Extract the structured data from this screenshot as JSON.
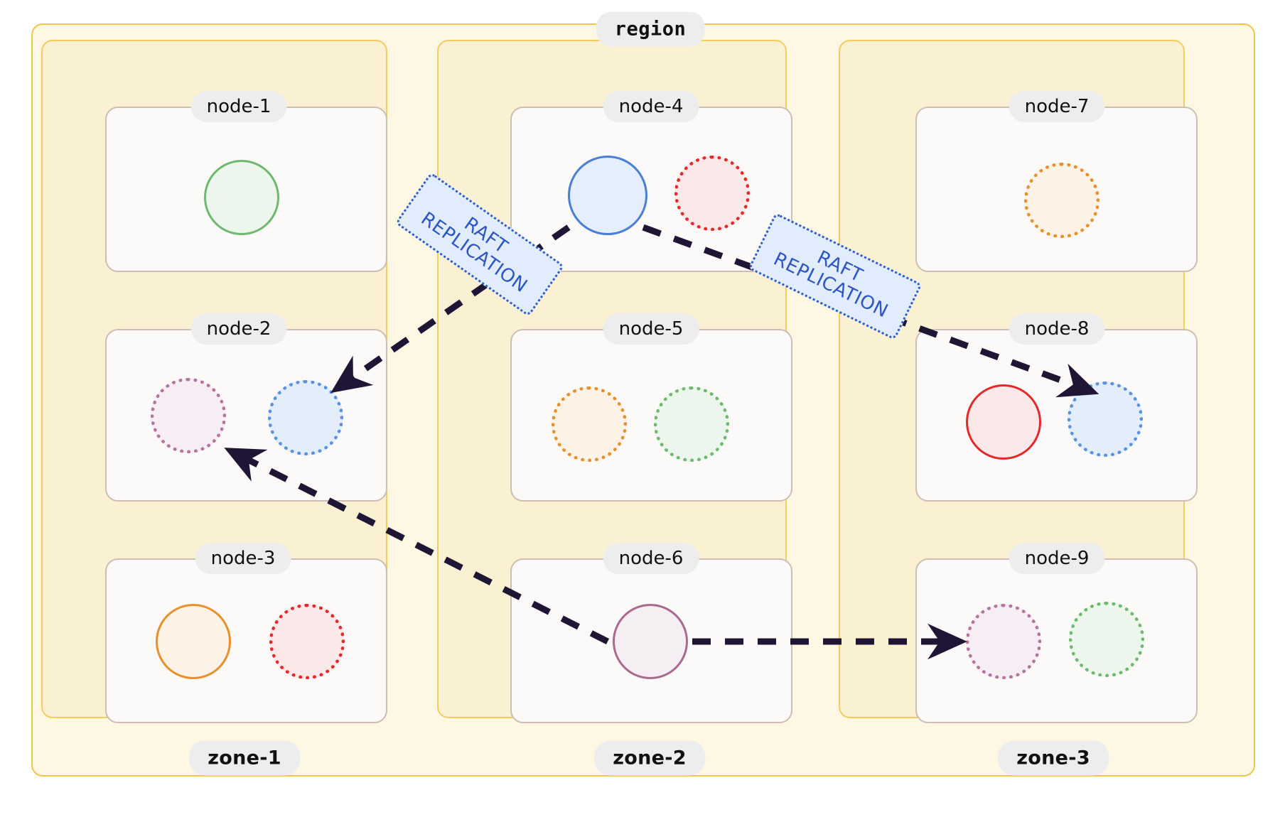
{
  "diagram": {
    "title": "region",
    "type": "distributed-database-topology"
  },
  "region": {
    "label": "region",
    "border_color": "#f0c64a",
    "fill_color": "#fdf7e3"
  },
  "zones": [
    {
      "label": "zone-1"
    },
    {
      "label": "zone-2"
    },
    {
      "label": "zone-3"
    }
  ],
  "nodes": [
    {
      "label": "node-1",
      "zone": "zone-1",
      "replicas": [
        {
          "name": "replica-green-solid",
          "color": "#6fb86f",
          "fill": "#ecf6ec",
          "style": "solid",
          "role": "leader",
          "size": 100
        }
      ]
    },
    {
      "label": "node-2",
      "zone": "zone-1",
      "replicas": [
        {
          "name": "replica-purple-dotted",
          "color": "#b5749c",
          "fill": "#f6eef4",
          "style": "dotted",
          "role": "follower",
          "size": 100
        },
        {
          "name": "replica-blue-dotted",
          "color": "#5b92e0",
          "fill": "#e4eefb",
          "style": "dotted",
          "role": "follower",
          "size": 100
        }
      ]
    },
    {
      "label": "node-3",
      "zone": "zone-1",
      "replicas": [
        {
          "name": "replica-orange-solid",
          "color": "#e8902c",
          "fill": "#fcf2e6",
          "style": "solid",
          "role": "leader",
          "size": 100
        },
        {
          "name": "replica-red-dotted",
          "color": "#e5292b",
          "fill": "#fbe9e9",
          "style": "dotted",
          "role": "follower",
          "size": 100
        }
      ]
    },
    {
      "label": "node-4",
      "zone": "zone-2",
      "replicas": [
        {
          "name": "replica-blue-solid",
          "color": "#4a7fd4",
          "fill": "#e5eefc",
          "style": "solid",
          "role": "leader",
          "size": 104
        },
        {
          "name": "replica-red-dotted",
          "color": "#e5292b",
          "fill": "#fbe9e9",
          "style": "dotted",
          "role": "follower",
          "size": 100
        }
      ]
    },
    {
      "label": "node-5",
      "zone": "zone-2",
      "replicas": [
        {
          "name": "replica-orange-dotted",
          "color": "#e8902c",
          "fill": "#fcf2e6",
          "style": "dotted",
          "role": "follower",
          "size": 100
        },
        {
          "name": "replica-green-dotted",
          "color": "#6fb86f",
          "fill": "#ecf6ec",
          "style": "dotted",
          "role": "follower",
          "size": 100
        }
      ]
    },
    {
      "label": "node-6",
      "zone": "zone-2",
      "replicas": [
        {
          "name": "replica-purple-solid",
          "color": "#a86a8f",
          "fill": "#f5eef3",
          "style": "solid",
          "role": "leader",
          "size": 100
        }
      ]
    },
    {
      "label": "node-7",
      "zone": "zone-3",
      "replicas": [
        {
          "name": "replica-orange-dotted",
          "color": "#e8902c",
          "fill": "#fcf2e6",
          "style": "dotted",
          "role": "follower",
          "size": 100
        }
      ]
    },
    {
      "label": "node-8",
      "zone": "zone-3",
      "replicas": [
        {
          "name": "replica-red-solid",
          "color": "#e5292b",
          "fill": "#fbe9e9",
          "style": "solid",
          "role": "leader",
          "size": 100
        },
        {
          "name": "replica-blue-dotted",
          "color": "#5b92e0",
          "fill": "#e4eefb",
          "style": "dotted",
          "role": "follower",
          "size": 100
        }
      ]
    },
    {
      "label": "node-9",
      "zone": "zone-3",
      "replicas": [
        {
          "name": "replica-purple-dotted",
          "color": "#b5749c",
          "fill": "#f6eef4",
          "style": "dotted",
          "role": "follower",
          "size": 100
        },
        {
          "name": "replica-green-dotted",
          "color": "#6fb86f",
          "fill": "#ecf6ec",
          "style": "dotted",
          "role": "follower",
          "size": 100
        }
      ]
    }
  ],
  "edges": [
    {
      "name": "edge-node4-to-node2",
      "from": "node-4",
      "to": "node-2",
      "label": "RAFT\nREPLICATION",
      "style": "dashed",
      "color": "#1f1535"
    },
    {
      "name": "edge-node4-to-node8",
      "from": "node-4",
      "to": "node-8",
      "label": "RAFT\nREPLICATION",
      "style": "dashed",
      "color": "#1f1535"
    },
    {
      "name": "edge-node6-to-node2",
      "from": "node-6",
      "to": "node-2",
      "label": "",
      "style": "dashed",
      "color": "#1f1535"
    },
    {
      "name": "edge-node6-to-node9",
      "from": "node-6",
      "to": "node-9",
      "label": "",
      "style": "dashed",
      "color": "#1f1535"
    }
  ],
  "raft_labels": [
    {
      "line1": "RAFT",
      "line2": "REPLICATION",
      "text": "RAFT\nREPLICATION"
    },
    {
      "line1": "RAFT",
      "line2": "REPLICATION",
      "text": "RAFT\nREPLICATION"
    }
  ],
  "colors": {
    "arrow": "#1f1535",
    "raft_label_fill": "#e1ecfc",
    "raft_label_border": "#3059c9",
    "raft_label_text": "#2d55c4",
    "badge_fill": "#ededed",
    "node_border": "#cdbdb4",
    "node_fill": "#fbfaf8",
    "zone_border": "#f3ce5e",
    "zone_fill": "#faf0d2",
    "region_border": "#f0c64a",
    "region_fill": "#fdf7e3"
  }
}
